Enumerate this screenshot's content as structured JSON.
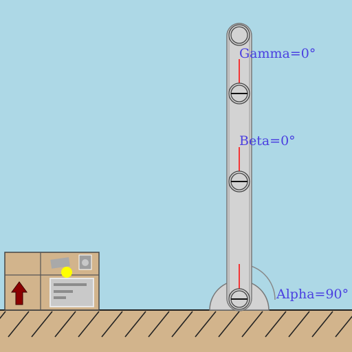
{
  "scene": {
    "background_color": "#add8e6",
    "ground_color": "#d2b48c",
    "arm_color": "#d3d3d3",
    "label_color": "#4a3fe0",
    "angle_line_color": "#ff0000"
  },
  "joints": {
    "alpha": {
      "label": "Alpha=90°",
      "angle_deg": 90
    },
    "beta": {
      "label": "Beta=0°",
      "angle_deg": 0
    },
    "gamma": {
      "label": "Gamma=0°",
      "angle_deg": 0
    }
  },
  "package": {
    "icon": "up-arrow-icon",
    "marker_color": "#ffff00"
  }
}
